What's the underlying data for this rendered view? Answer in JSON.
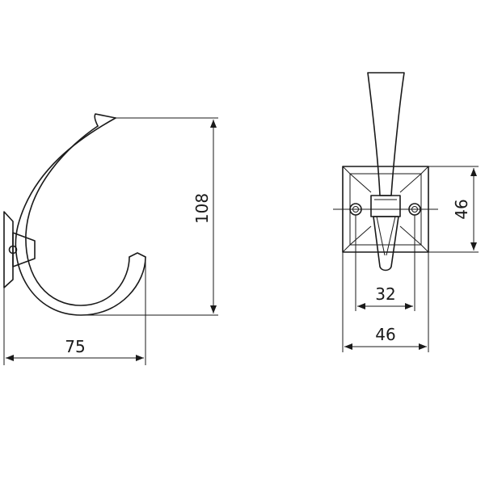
{
  "dimensions": {
    "height": "108",
    "depth": "75",
    "hole_spacing": "32",
    "plate_width": "46",
    "plate_height": "46"
  },
  "colors": {
    "line": "#1a1a1a",
    "background": "#ffffff"
  }
}
